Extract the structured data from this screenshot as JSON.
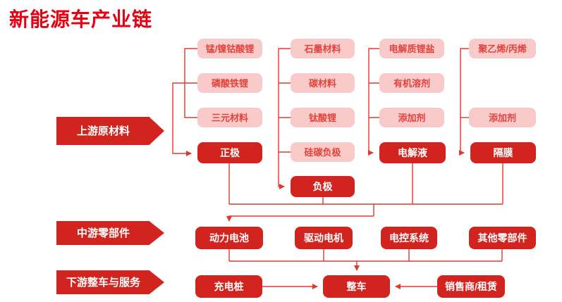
{
  "title": "新能源车产业链",
  "colors": {
    "title_red": "#e60012",
    "box_red": "#d2241e",
    "pink_fill": "#f8caca",
    "pink_text": "#e2443c",
    "line_red": "#dd3a2c",
    "white_text": "#ffffff"
  },
  "stages": [
    {
      "label": "上游原材料"
    },
    {
      "label": "中游零部件"
    },
    {
      "label": "下游整车与服务"
    }
  ],
  "upstream": {
    "columns": [
      {
        "inputs": [
          "锰/镍钴酸锂",
          "磷酸铁锂",
          "三元材料"
        ],
        "output": "正极"
      },
      {
        "inputs": [
          "石墨材料",
          "碳材料",
          "钛酸锂",
          "硅碳负极"
        ],
        "output": "负极"
      },
      {
        "inputs": [
          "电解质锂盐",
          "有机溶剂",
          "添加剂"
        ],
        "output": "电解液"
      },
      {
        "inputs": [
          "聚乙烯/丙烯",
          "添加剂"
        ],
        "output": "隔膜"
      }
    ]
  },
  "midstream": {
    "items": [
      "动力电池",
      "驱动电机",
      "电控系统",
      "其他零部件"
    ]
  },
  "downstream": {
    "items": [
      "充电桩",
      "整车",
      "销售商/租赁"
    ]
  }
}
